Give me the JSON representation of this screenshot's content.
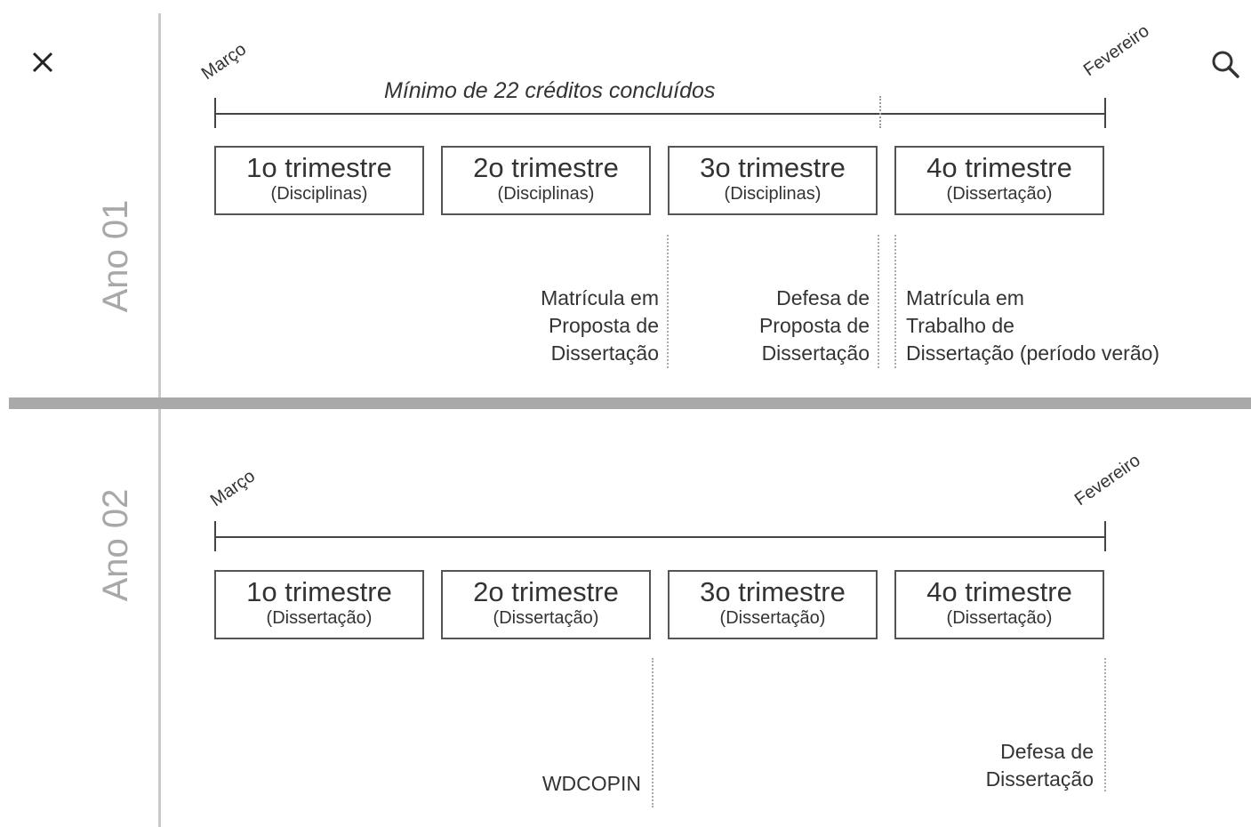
{
  "toolbar": {
    "close_icon": "close-icon",
    "search_icon": "search-icon"
  },
  "diagram": {
    "top_mark": "...",
    "year1": {
      "label": "Ano 01",
      "start_month": "Março",
      "end_month": "Fevereiro",
      "credits_label": "Mínimo de 22 créditos concluídos",
      "quarters": [
        {
          "title": "1o trimestre",
          "subtitle": "(Disciplinas)"
        },
        {
          "title": "2o trimestre",
          "subtitle": "(Disciplinas)"
        },
        {
          "title": "3o trimestre",
          "subtitle": "(Disciplinas)"
        },
        {
          "title": "4o trimestre",
          "subtitle": "(Dissertação)"
        }
      ],
      "notes": [
        {
          "lines": [
            "Matrícula em",
            "Proposta de",
            "Dissertação"
          ]
        },
        {
          "lines": [
            "Defesa de",
            "Proposta de",
            "Dissertação"
          ]
        },
        {
          "lines": [
            "Matrícula em",
            "Trabalho de",
            "Dissertação (período verão)"
          ]
        }
      ]
    },
    "year2": {
      "label": "Ano 02",
      "start_month": "Março",
      "end_month": "Fevereiro",
      "quarters": [
        {
          "title": "1o trimestre",
          "subtitle": "(Dissertação)"
        },
        {
          "title": "2o trimestre",
          "subtitle": "(Dissertação)"
        },
        {
          "title": "3o trimestre",
          "subtitle": "(Dissertação)"
        },
        {
          "title": "4o trimestre",
          "subtitle": "(Dissertação)"
        }
      ],
      "notes": [
        {
          "lines": [
            "WDCOPIN"
          ]
        },
        {
          "lines": [
            "Defesa de",
            "Dissertação"
          ]
        }
      ]
    }
  }
}
